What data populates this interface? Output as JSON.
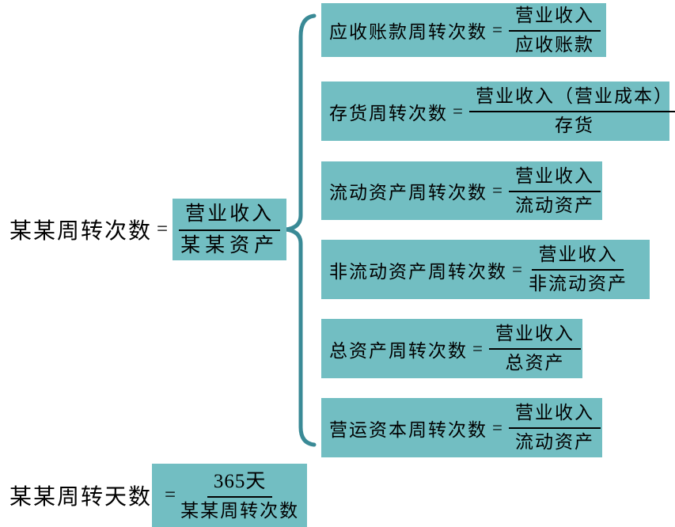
{
  "colors": {
    "box_background": "#72bec2",
    "brace_stroke": "#3a8a96",
    "text": "#000000",
    "page_background": "#ffffff"
  },
  "root_formula": {
    "label": "某某周转次数",
    "eq": "=",
    "numerator": "营业收入",
    "denominator": "某某资产"
  },
  "branches": [
    {
      "label": "应收账款周转次数",
      "eq": "=",
      "numerator": "营业收入",
      "denominator": "应收账款"
    },
    {
      "label": "存货周转次数",
      "eq": "=",
      "numerator": "营业收入（营业成本）",
      "denominator": "存货"
    },
    {
      "label": "流动资产周转次数",
      "eq": "=",
      "numerator": "营业收入",
      "denominator": "流动资产"
    },
    {
      "label": "非流动资产周转次数",
      "eq": "=",
      "numerator": "营业收入",
      "denominator": "非流动资产"
    },
    {
      "label": "总资产周转次数",
      "eq": "=",
      "numerator": "营业收入",
      "denominator": "总资产"
    },
    {
      "label": "营运资本周转次数",
      "eq": "=",
      "numerator": "营业收入",
      "denominator": "流动资产"
    }
  ],
  "days_formula": {
    "label": "某某周转天数",
    "eq": "=",
    "numerator": "365天",
    "denominator": "某某周转次数"
  }
}
